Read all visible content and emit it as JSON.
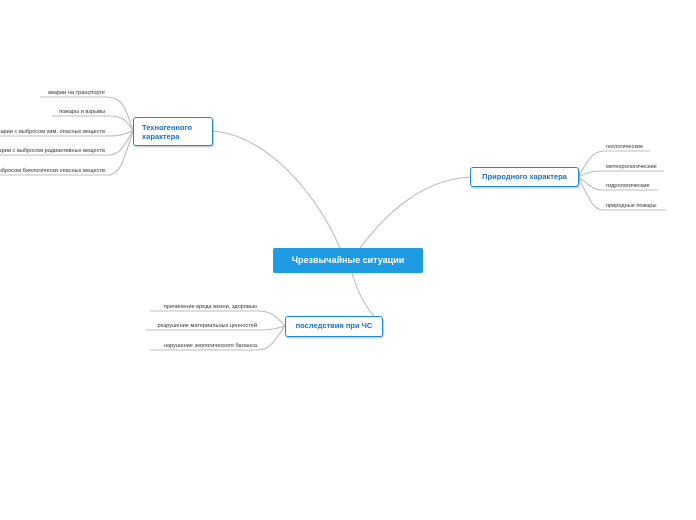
{
  "central": {
    "label": "Чрезвычайные ситуации"
  },
  "branches": {
    "techno": {
      "label": "Техногенного характера",
      "items": [
        "аварии на транспорте",
        "пожары и взрывы",
        "аварии с выбросом хим. опасных веществ",
        "аварии с выбросом радиактивных веществ",
        "аварии с выбросом биологически опасных веществ"
      ]
    },
    "natural": {
      "label": "Природного характера",
      "items": [
        "геологические",
        "метеорологические",
        "гидрологические",
        "природные пожары"
      ]
    },
    "consequences": {
      "label": "последствия при ЧС",
      "items": [
        "причинение вреда жизни, здоровью",
        "разрушение материальных ценностей",
        "нарушение экологического баланса"
      ]
    }
  },
  "colors": {
    "central_fill": "#1e9be3",
    "topic_border": "#1e88d6",
    "topic_text": "#1a6fba",
    "link": "#b8bcc4"
  }
}
